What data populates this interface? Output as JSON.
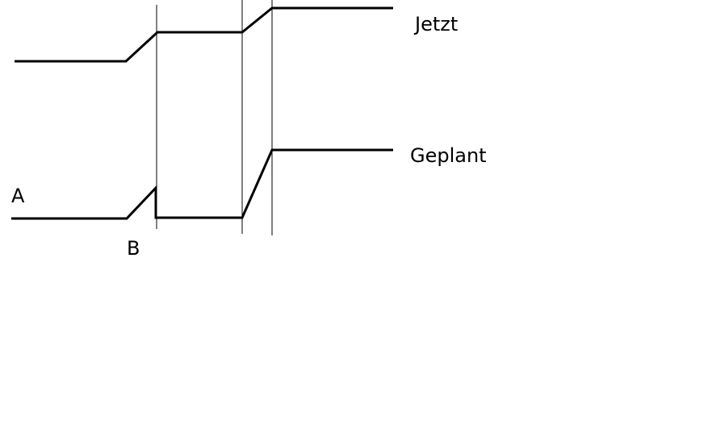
{
  "labels": {
    "current": "Jetzt",
    "planned": "Geplant",
    "point_a": "A",
    "point_b": "B"
  },
  "colors": {
    "background": "#ffffff",
    "line": "#000000",
    "text": "#000000"
  }
}
